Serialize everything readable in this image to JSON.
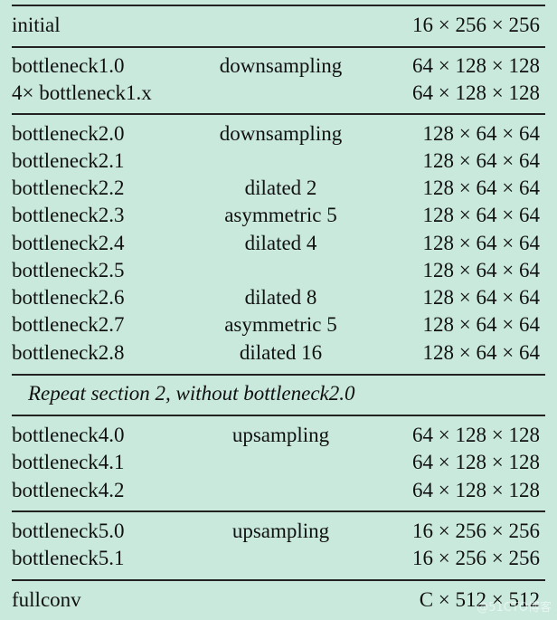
{
  "table": {
    "rows": [
      {
        "name": "initial",
        "type": "",
        "output": "16 × 256 × 256"
      },
      {
        "name": "bottleneck1.0",
        "type": "downsampling",
        "output": "64 × 128 × 128"
      },
      {
        "name": "4× bottleneck1.x",
        "type": "",
        "output": "64 × 128 × 128"
      },
      {
        "name": "bottleneck2.0",
        "type": "downsampling",
        "output": "128 × 64 × 64"
      },
      {
        "name": "bottleneck2.1",
        "type": "",
        "output": "128 × 64 × 64"
      },
      {
        "name": "bottleneck2.2",
        "type": "dilated 2",
        "output": "128 × 64 × 64"
      },
      {
        "name": "bottleneck2.3",
        "type": "asymmetric 5",
        "output": "128 × 64 × 64"
      },
      {
        "name": "bottleneck2.4",
        "type": "dilated 4",
        "output": "128 × 64 × 64"
      },
      {
        "name": "bottleneck2.5",
        "type": "",
        "output": "128 × 64 × 64"
      },
      {
        "name": "bottleneck2.6",
        "type": "dilated 8",
        "output": "128 × 64 × 64"
      },
      {
        "name": "bottleneck2.7",
        "type": "asymmetric 5",
        "output": "128 × 64 × 64"
      },
      {
        "name": "bottleneck2.8",
        "type": "dilated 16",
        "output": "128 × 64 × 64"
      },
      {
        "name": "bottleneck4.0",
        "type": "upsampling",
        "output": "64 × 128 × 128"
      },
      {
        "name": "bottleneck4.1",
        "type": "",
        "output": "64 × 128 × 128"
      },
      {
        "name": "bottleneck4.2",
        "type": "",
        "output": "64 × 128 × 128"
      },
      {
        "name": "bottleneck5.0",
        "type": "upsampling",
        "output": "16 × 256 × 256"
      },
      {
        "name": "bottleneck5.1",
        "type": "",
        "output": "16 × 256 × 256"
      },
      {
        "name": "fullconv",
        "type": "",
        "output": "C × 512 × 512"
      }
    ],
    "repeat_note": "Repeat section 2, without bottleneck2.0"
  },
  "watermark": "@51CTO博客"
}
